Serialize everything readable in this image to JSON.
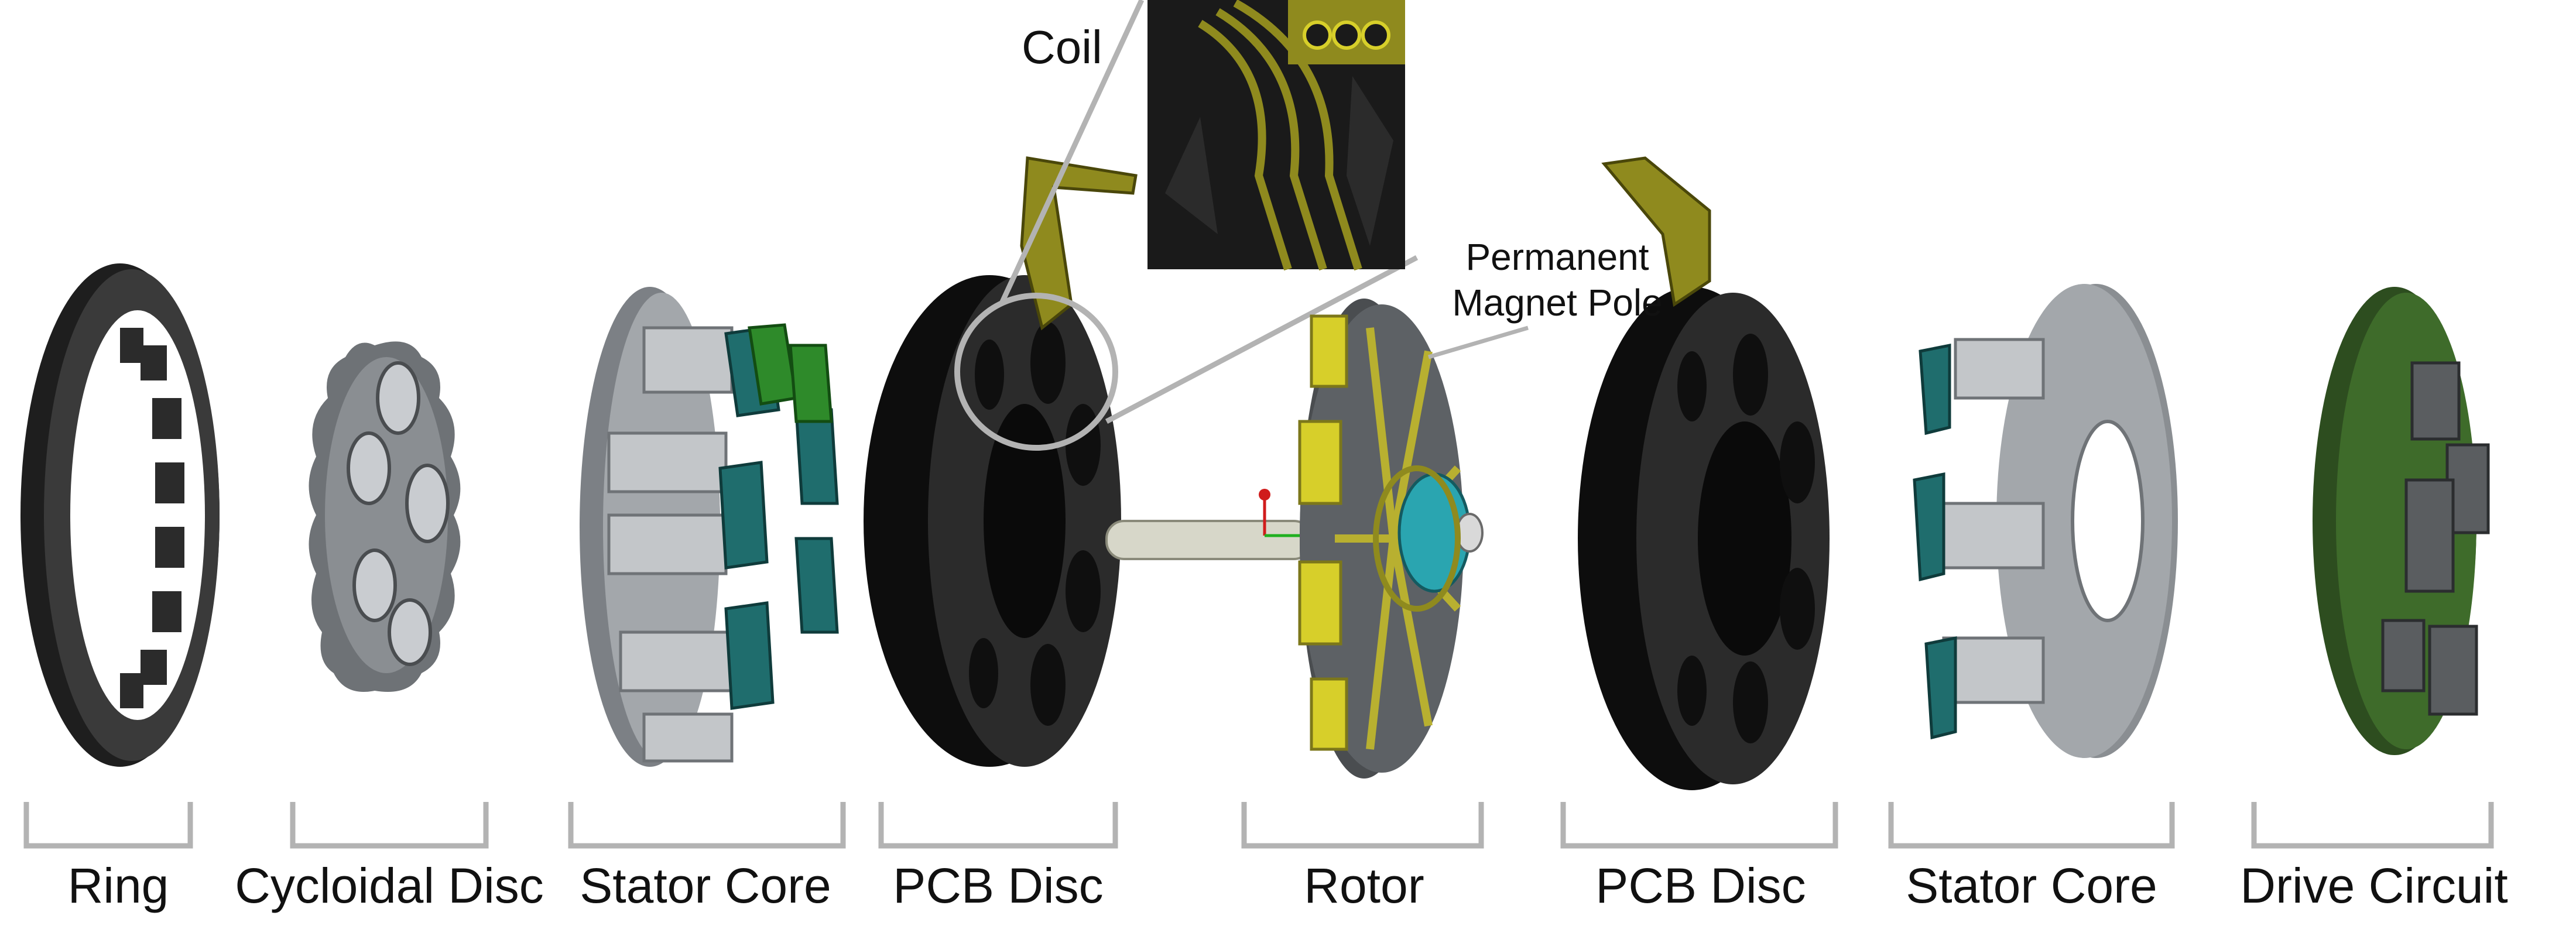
{
  "components": [
    {
      "id": "ring",
      "label": "Ring"
    },
    {
      "id": "cycloidal-disc",
      "label": "Cycloidal Disc"
    },
    {
      "id": "stator-core-left",
      "label": "Stator Core"
    },
    {
      "id": "pcb-disc-left",
      "label": "PCB Disc"
    },
    {
      "id": "rotor",
      "label": "Rotor"
    },
    {
      "id": "pcb-disc-right",
      "label": "PCB Disc"
    },
    {
      "id": "stator-core-right",
      "label": "Stator Core"
    },
    {
      "id": "drive-circuit",
      "label": "Drive Circuit"
    }
  ],
  "callouts": {
    "coil": "Coil",
    "magnet_line1": "Permanent",
    "magnet_line2": "Magnet Pole"
  },
  "colors": {
    "dark_part": "#2a2a2a",
    "gray_metal": "#9a9ea3",
    "coil_olive": "#8f8a1e",
    "magnet_yellow": "#d7cf2a",
    "teal": "#1f6d6d",
    "green_pcb": "#3e6b2a",
    "bracket_gray": "#b3b3b3"
  }
}
